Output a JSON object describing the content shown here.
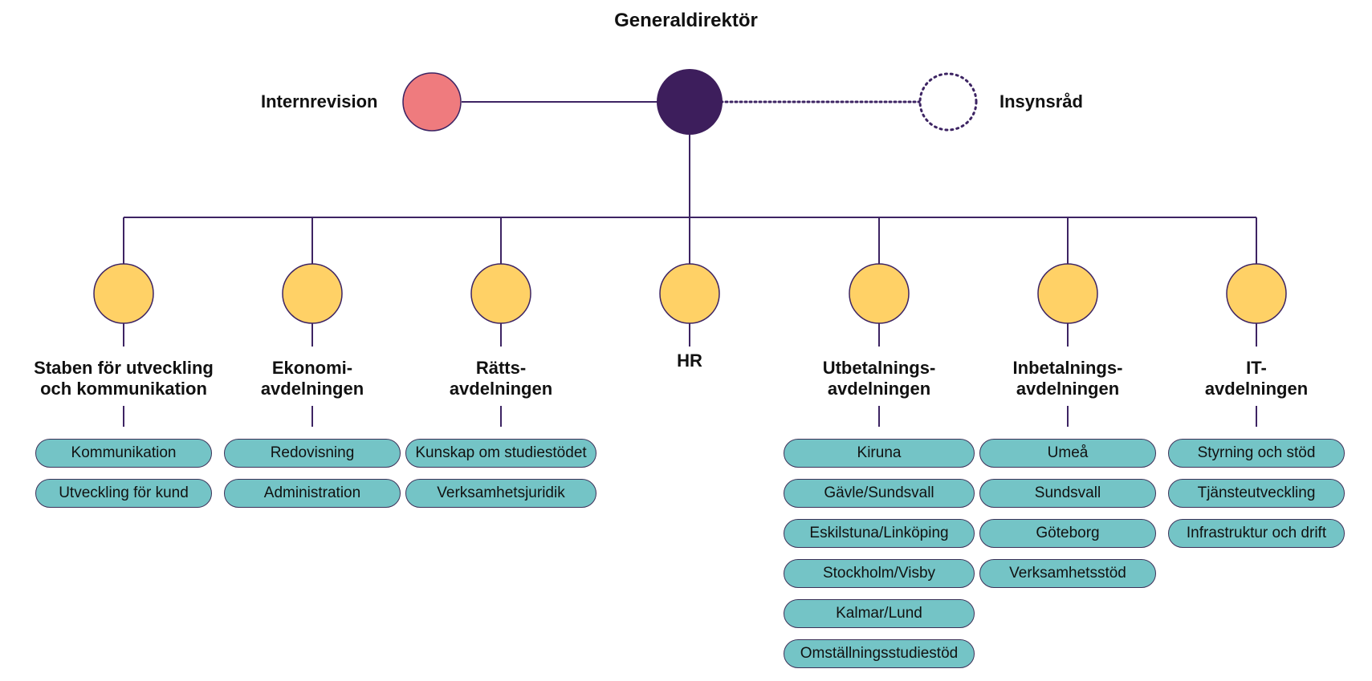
{
  "title": "Generaldirektör",
  "left_node": {
    "label": "Internrevision"
  },
  "right_node": {
    "label": "Insynsråd"
  },
  "colors": {
    "line": "#3d2463",
    "director": "#3d1e5c",
    "internrevision": "#ef7b7e",
    "department": "#ffd166",
    "unit": "#74c4c6"
  },
  "departments": [
    {
      "label": "Staben för utveckling\noch kommunikation",
      "units": [
        "Kommunikation",
        "Utveckling för kund"
      ]
    },
    {
      "label": "Ekonomi-\navdelningen",
      "units": [
        "Redovisning",
        "Administration"
      ]
    },
    {
      "label": "Rätts-\navdelningen",
      "units": [
        "Kunskap om studiestödet",
        "Verksamhetsjuridik"
      ]
    },
    {
      "label": "HR",
      "units": []
    },
    {
      "label": "Utbetalnings-\navdelningen",
      "units": [
        "Kiruna",
        "Gävle/Sundsvall",
        "Eskilstuna/Linköping",
        "Stockholm/Visby",
        "Kalmar/Lund",
        "Omställningsstudiestöd"
      ]
    },
    {
      "label": "Inbetalnings-\navdelningen",
      "units": [
        "Umeå",
        "Sundsvall",
        "Göteborg",
        "Verksamhetsstöd"
      ]
    },
    {
      "label": "IT-\navdelningen",
      "units": [
        "Styrning och stöd",
        "Tjänsteutveckling",
        "Infrastruktur och drift"
      ]
    }
  ]
}
